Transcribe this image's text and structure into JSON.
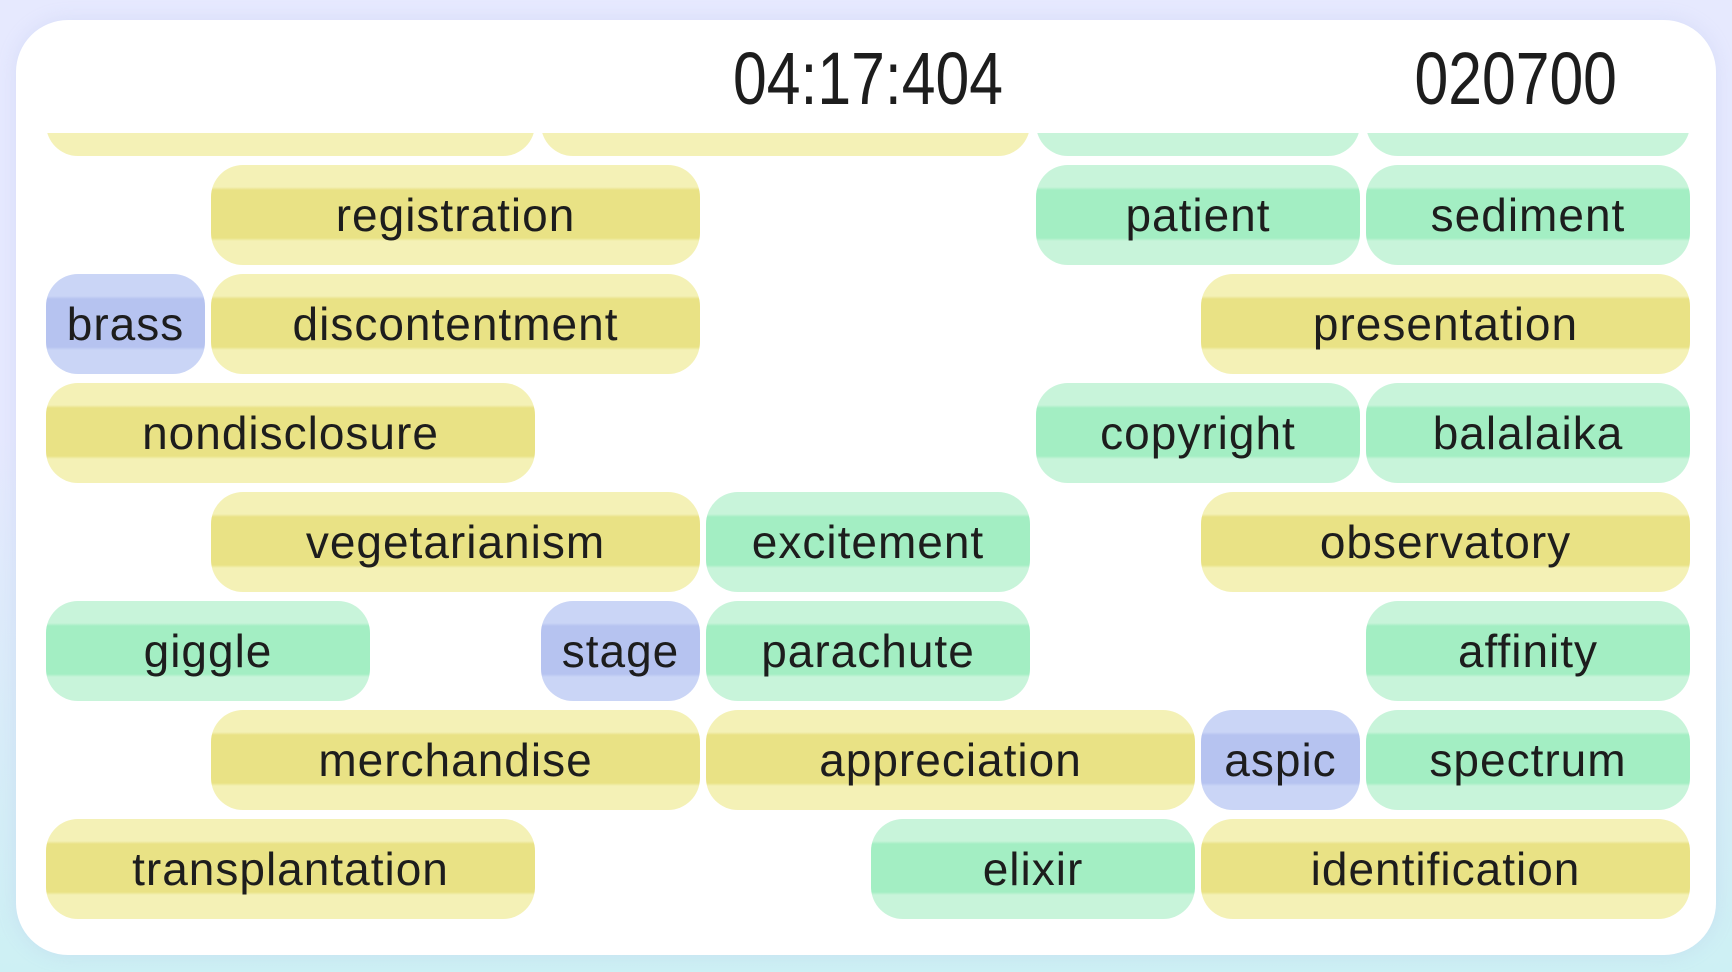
{
  "header": {
    "timer": "04:17:404",
    "score": "020700"
  },
  "colors": {
    "background_top": "#e6e9fe",
    "background_bottom": "#cdf0f4",
    "card": "#ffffff",
    "text": "#1d1d1d",
    "pill_palettes": {
      "yellow": {
        "edge": "#f4f1b6",
        "center": "#e9e285"
      },
      "green": {
        "edge": "#c8f4da",
        "center": "#a3eec3"
      },
      "blue": {
        "edge": "#cad5f6",
        "center": "#b6c3f0"
      }
    }
  },
  "board": {
    "columns": 10,
    "rows": [
      {
        "pills": [
          {
            "label": "",
            "color": "yellow",
            "col": 0,
            "span": 3
          },
          {
            "label": "",
            "color": "yellow",
            "col": 3,
            "span": 3
          },
          {
            "label": "",
            "color": "green",
            "col": 6,
            "span": 2
          },
          {
            "label": "",
            "color": "green",
            "col": 8,
            "span": 2
          }
        ]
      },
      {
        "pills": [
          {
            "label": "registration",
            "color": "yellow",
            "col": 1,
            "span": 3
          },
          {
            "label": "patient",
            "color": "green",
            "col": 6,
            "span": 2
          },
          {
            "label": "sediment",
            "color": "green",
            "col": 8,
            "span": 2
          }
        ]
      },
      {
        "pills": [
          {
            "label": "brass",
            "color": "blue",
            "col": 0,
            "span": 1
          },
          {
            "label": "discontentment",
            "color": "yellow",
            "col": 1,
            "span": 3
          },
          {
            "label": "presentation",
            "color": "yellow",
            "col": 7,
            "span": 3
          }
        ]
      },
      {
        "pills": [
          {
            "label": "nondisclosure",
            "color": "yellow",
            "col": 0,
            "span": 3
          },
          {
            "label": "copyright",
            "color": "green",
            "col": 6,
            "span": 2
          },
          {
            "label": "balalaika",
            "color": "green",
            "col": 8,
            "span": 2
          }
        ]
      },
      {
        "pills": [
          {
            "label": "vegetarianism",
            "color": "yellow",
            "col": 1,
            "span": 3
          },
          {
            "label": "excitement",
            "color": "green",
            "col": 4,
            "span": 2
          },
          {
            "label": "observatory",
            "color": "yellow",
            "col": 7,
            "span": 3
          }
        ]
      },
      {
        "pills": [
          {
            "label": "giggle",
            "color": "green",
            "col": 0,
            "span": 2
          },
          {
            "label": "stage",
            "color": "blue",
            "col": 3,
            "span": 1
          },
          {
            "label": "parachute",
            "color": "green",
            "col": 4,
            "span": 2
          },
          {
            "label": "affinity",
            "color": "green",
            "col": 8,
            "span": 2
          }
        ]
      },
      {
        "pills": [
          {
            "label": "merchandise",
            "color": "yellow",
            "col": 1,
            "span": 3
          },
          {
            "label": "appreciation",
            "color": "yellow",
            "col": 4,
            "span": 3
          },
          {
            "label": "aspic",
            "color": "blue",
            "col": 7,
            "span": 1
          },
          {
            "label": "spectrum",
            "color": "green",
            "col": 8,
            "span": 2
          }
        ]
      },
      {
        "pills": [
          {
            "label": "transplantation",
            "color": "yellow",
            "col": 0,
            "span": 3
          },
          {
            "label": "elixir",
            "color": "green",
            "col": 5,
            "span": 2
          },
          {
            "label": "identification",
            "color": "yellow",
            "col": 7,
            "span": 3
          }
        ]
      }
    ]
  }
}
